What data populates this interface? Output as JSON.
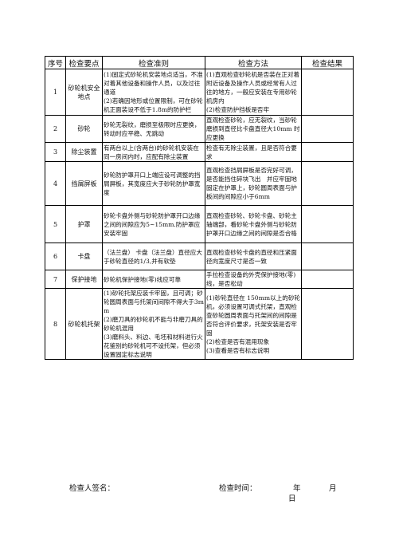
{
  "table": {
    "headers": [
      "序号",
      "检查要点",
      "检查准则",
      "检查方法",
      "检查结果"
    ],
    "rows": [
      {
        "no": "1",
        "point": "砂轮机安全地点",
        "criteria": "(1)固定式砂轮机安装地点适当，不准对着其他设备和操作人员，以及过往通道\n(2)若确因地形或位置限制，可在砂轮机正面装设不低于1.8m的防护栏",
        "method": "(1)直观检查砂轮机是否装在正对着附近设备及操作人员或经常有人过往的地方，一般应安装在专用砂轮机房内\n(2)检查防护挡板是否牢"
      },
      {
        "no": "2",
        "point": "砂轮",
        "criteria": "砂轮无裂纹，磨损至极限时应更换，转动时应平稳、无跳动",
        "method": "直观检查砂轮，应无裂纹，当砂轮磨损到直径比卡盘直径大10mm 时应更换"
      },
      {
        "no": "3",
        "point": "除尘装置",
        "criteria": "有两台以上(含两台)的砂轮机安装在同一房间内时，应配有除尘装置",
        "method": "检查有无除尘装置，且是否符合要求"
      },
      {
        "no": "4",
        "point": "挡屑屏板",
        "criteria": "砂轮防护罩开口上端应设可调整的挡屑屏板，其宽度应大于砂轮防护罩宽度",
        "method": "直观检查挡屑屏板是否完好可调，是否能挡住碎块飞出　并应牢固地固定在护罩上，砂轮圆周表面与护板间的间隙应小于6mm"
      },
      {
        "no": "5",
        "point": "护罩",
        "criteria": "砂轮卡盘外侧与砂轮防护罩开口边缘之间的间隙应为5~15mm.防护罩应安装牢固",
        "method": "直观检查砂轮、砂轮卡盘、砂轮主轴端部，看砂轮卡盘外侧与砂轮防护罩开口边缘之间的间隙是否合格"
      },
      {
        "no": "6",
        "point": "卡盘",
        "criteria": "（法兰盘） 卡盘（法兰盘）直径应大于砂轮直径的1/3,并有软垫",
        "method": "直观检查砂轮卡盘的直径和压紧面径向宽度尺寸是否一致"
      },
      {
        "no": "7",
        "point": "保护接地",
        "criteria": "砂轮机保护接地(零)线应可靠",
        "method": "手拉检查设备的外壳保护接地(零)线，是否松动"
      },
      {
        "no": "8",
        "point": "砂轮机托架",
        "criteria": "(1)砂轮托架应装卡牢固，且可调；砂轮圆周表面与托架间间隙不得大于3mm\n(2)磨刀具的砂轮机不能与非磨刀具的砂轮机混用\n(3)磨料头、料边、毛坯和材料进行火花鉴别的砂轮机可不设托架，但必须设置固定标志说明",
        "method": "(1)砂轮直径在 150mm以上的砂轮机，必须设置可调式托架，直观检查砂轮圆周表面与托架间的间隙是否符合评价要求，托架安装是否牢固\n(2)检查是否有混用现象\n(3)查看是否有标志说明"
      }
    ]
  },
  "footer": {
    "inspector_label": "检查人签名：",
    "time_label": "检查时间：",
    "year_label": "年",
    "month_label": "月",
    "day_label": "日"
  }
}
